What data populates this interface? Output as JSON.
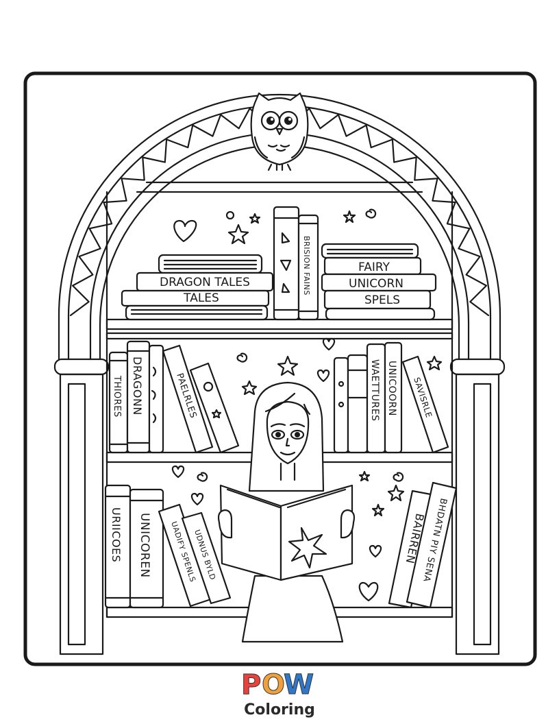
{
  "books": {
    "top_left_stack": [
      "DRAGON TALES",
      "TALES"
    ],
    "top_middle_spine": "BRISION FAINS",
    "top_right_stack": [
      "FAIRY",
      "UNICORN",
      "SPELS"
    ],
    "middle_left_spines": [
      "THIORES",
      "DRAGONN",
      "PAELRLES"
    ],
    "middle_right_spines": [
      "WAETTURES",
      "UNICOORN",
      "SAVISRLE"
    ],
    "bottom_left_spines": [
      "URIICOES",
      "UNICOREN",
      "UADIFY SPENLS",
      "UDNUS BYLD"
    ],
    "bottom_right_spines": [
      "BAIRREN",
      "BHDATN PIY SENA"
    ]
  },
  "logo": {
    "letters": [
      "P",
      "O",
      "W"
    ],
    "subtitle": "Coloring",
    "colors": [
      "#e8423c",
      "#f2a13a",
      "#3aa64a",
      "#2f77c8"
    ]
  }
}
